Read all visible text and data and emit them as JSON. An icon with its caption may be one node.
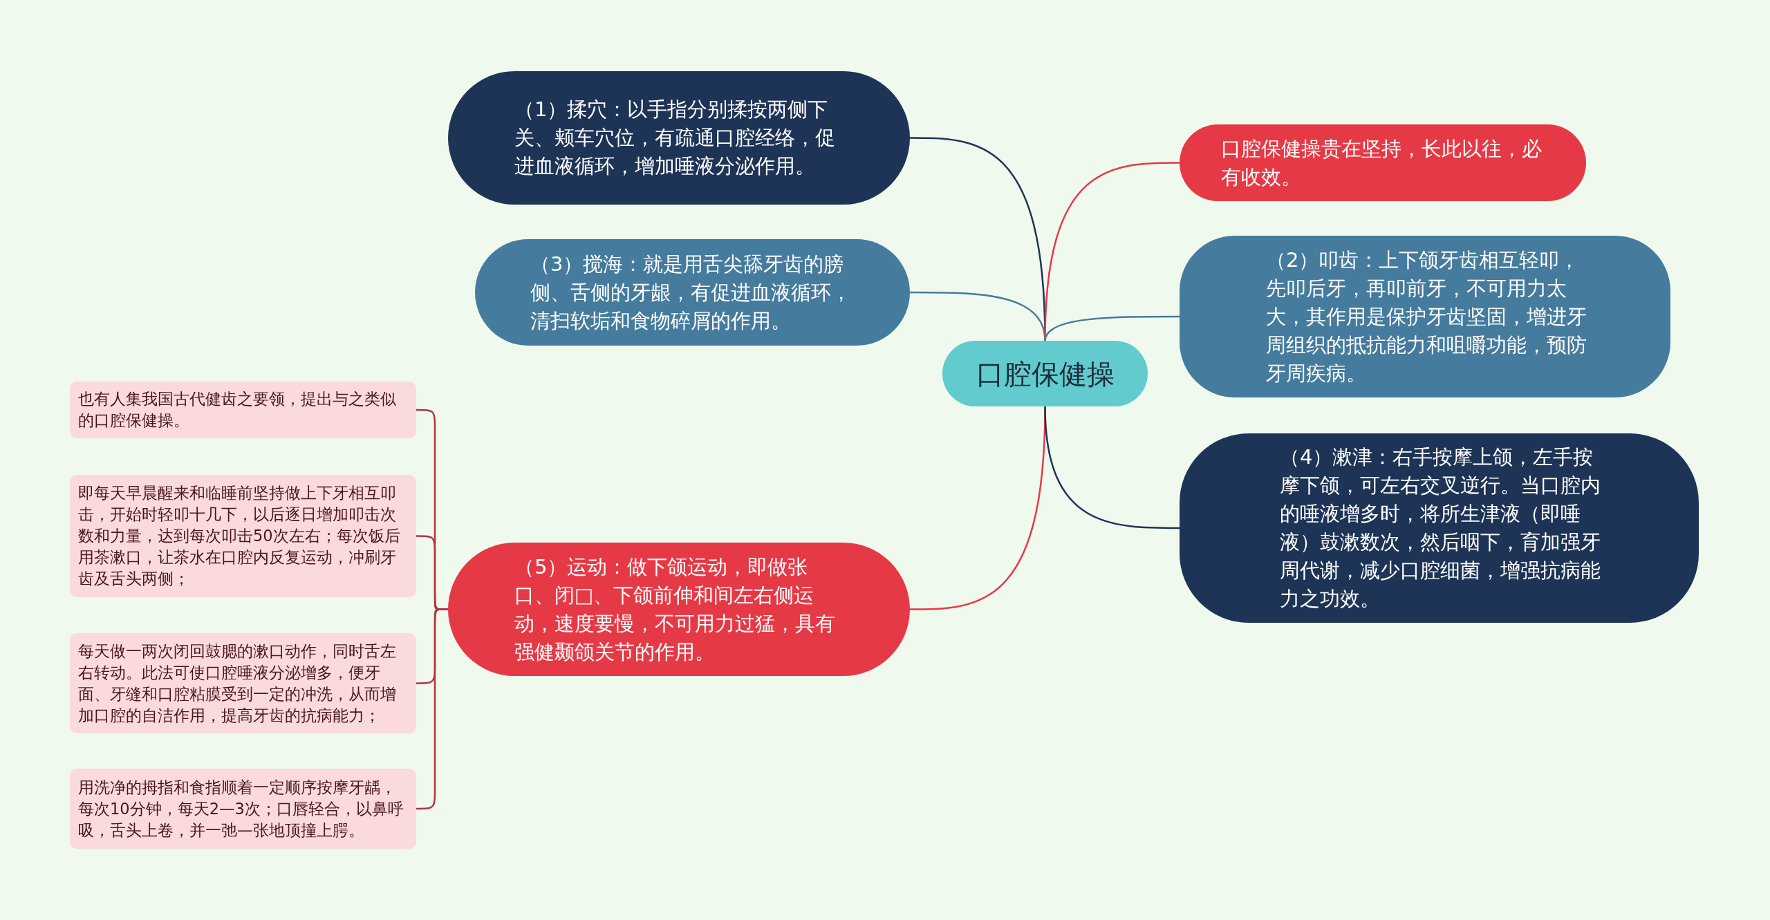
{
  "diagram": {
    "nodes": [
      {
        "text": [
          "口腔保健操"
        ]
      },
      {
        "text": [
          "（1）揉穴：以手指分别揉按两侧下关、颊车穴位，有疏通口腔经络，促进血液循环，增加唾液分泌作用。"
        ]
      },
      {
        "text": [
          "（3）搅海：就是用舌尖舔牙齿的膀侧、舌侧的牙龈，有促进血液循环，清扫软垢和食物碎屑的作用。"
        ]
      },
      {
        "text": [
          "（5）运动：做下颌运动，即做张口、闭□、下颌前伸和间左右侧运动，速度要慢，不可用力过猛，具有强健颞颌关节的作用。"
        ]
      },
      {
        "text": [
          "也有人集我国古代健齿之要领，提出与之类似的口腔保健操。"
        ]
      },
      {
        "text": [
          "即每天早晨醒来和临睡前坚持做上下牙相互叩击，开始时轻叩十几下，以后逐日增加叩击次数和力量，达到每次叩击50次左右；每次饭后用茶漱口，让茶水在口腔内反复运动，冲刷牙齿及舌头两侧；"
        ]
      },
      {
        "text": [
          "每天做一两次闭回鼓腮的漱口动作，同时舌左右转动。此法可使口腔唾液分泌增多，便牙面、牙缝和口腔粘膜受到一定的冲洗，从而增加口腔的自洁作用，提高牙齿的抗病能力；"
        ]
      },
      {
        "text": [
          "用洗净的拇指和食指顺着一定顺序按摩牙龋，每次10分钟，每天2—3次；口唇轻合，以鼻呼吸，舌头上卷，并一弛—张地顶撞上腭。"
        ]
      },
      {
        "text": [
          "口腔保健操贵在坚持，长此以往，必有收效。"
        ]
      },
      {
        "text": [
          "（2）叩齿：上下颌牙齿相互轻叩，先叩后牙，再叩前牙，不可用力太大，其作用是保护牙齿坚固，增进牙周组织的抵抗能力和咀嚼功能，预防牙周疾病。"
        ]
      },
      {
        "text": [
          "（4）漱津：右手按摩上颌，左手按摩下颌，可左右交叉逆行。当口腔内的唾液增多时，将所生津液（即唾液）鼓漱数次，然后咽下，育加强牙周代谢，减少口腔细菌，增强抗病能力之功效。"
        ]
      }
    ],
    "edges": [
      {
        "from": 0,
        "to": 1,
        "arrow": "none",
        "color": "#1e3456"
      },
      {
        "from": 0,
        "to": 2,
        "arrow": "none",
        "color": "#457b9d"
      },
      {
        "from": 0,
        "to": 3,
        "arrow": "none",
        "color": "#e63946"
      },
      {
        "from": 3,
        "to": 4,
        "arrow": "none",
        "color": "#b83240"
      },
      {
        "from": 3,
        "to": 5,
        "arrow": "none",
        "color": "#b83240"
      },
      {
        "from": 3,
        "to": 6,
        "arrow": "none",
        "color": "#b83240"
      },
      {
        "from": 3,
        "to": 7,
        "arrow": "none",
        "color": "#b83240"
      },
      {
        "from": 0,
        "to": 8,
        "arrow": "none",
        "color": "#e63946"
      },
      {
        "from": 0,
        "to": 9,
        "arrow": "none",
        "color": "#457b9d"
      },
      {
        "from": 0,
        "to": 10,
        "arrow": "none",
        "color": "#1e3456"
      }
    ]
  }
}
